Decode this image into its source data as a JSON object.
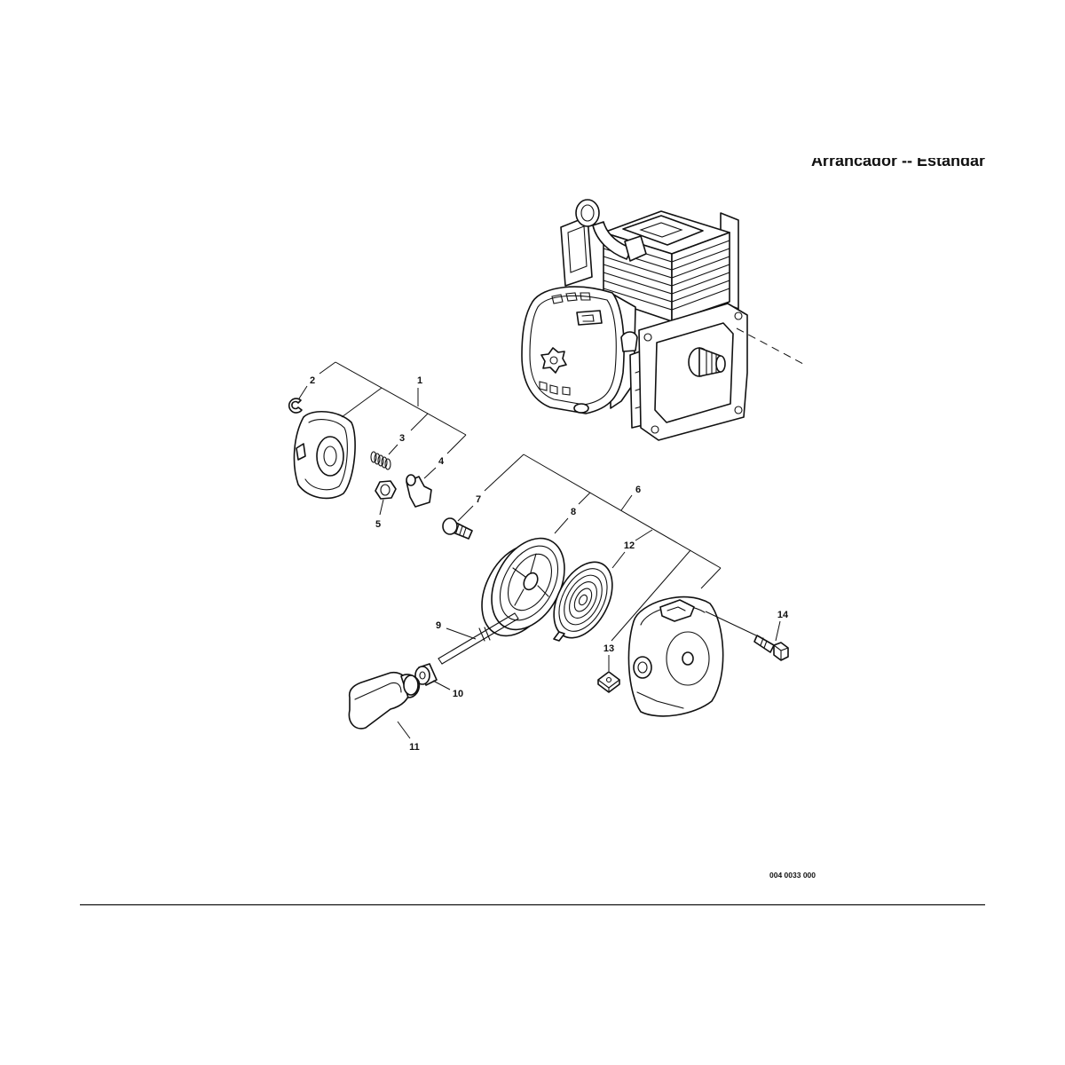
{
  "title": "Arrancador -- Estandar",
  "drawing_number": "004 0033 000",
  "callouts": [
    "1",
    "2",
    "3",
    "4",
    "5",
    "6",
    "7",
    "8",
    "9",
    "10",
    "11",
    "12",
    "13",
    "14"
  ]
}
